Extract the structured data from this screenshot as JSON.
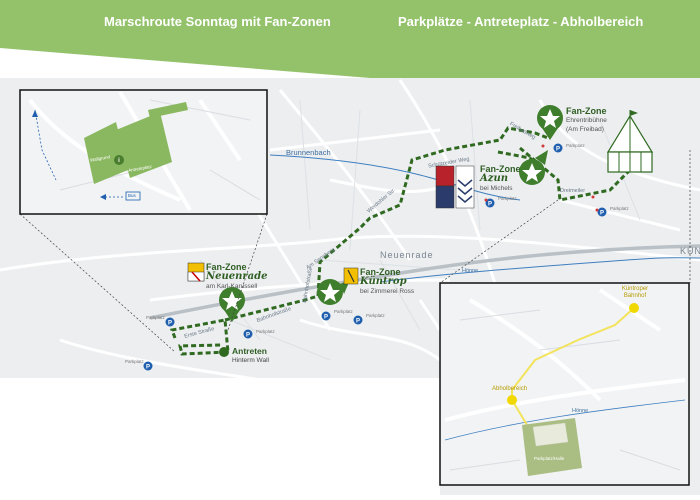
{
  "header": {
    "title_left": "Marschroute Sonntag mit Fan-Zonen",
    "title_right": "Parkplätze - Antreteplatz - Abholbereich"
  },
  "colors": {
    "banner_green": "#94c26b",
    "route_green": "#2f6a20",
    "marker_green": "#3e7e2c",
    "parking_blue": "#1f5fae",
    "river_blue": "#3f7fc0",
    "yellow_route": "#f3e35a",
    "yellow_dot": "#f0d800"
  },
  "places": {
    "town": "Neuenrade",
    "town_right": "KÜN",
    "river": "Brunnenbach",
    "river2": "Hönne"
  },
  "roads": {
    "schuetzen": "Schützeider Weg",
    "freibad": "Freibadweg",
    "werdohler": "Werdohler Str.",
    "am_sennberg": "Am Sennberg",
    "bahnhof1": "Bahnhofstraße",
    "bahnhof2": "Bahnhofstraße",
    "erste": "Erste Straße",
    "dreiman": "Dreimeiler"
  },
  "fan_zones": [
    {
      "title": "Fan-Zone",
      "name": "Ehrentribühne",
      "sub": "(Am Freibad)"
    },
    {
      "title": "Fan-Zone",
      "name": "Azun",
      "sub": "bei Michels"
    },
    {
      "title": "Fan-Zone",
      "name": "Neuenrade",
      "sub": "am Karl-Karussell"
    },
    {
      "title": "Fan-Zone",
      "name": "Küntrop",
      "sub": "bei Zimmerei Ross"
    }
  ],
  "antreten": {
    "title": "Antreten",
    "sub": "Hinterm Wall"
  },
  "parking_labels": [
    "Parkplatz",
    "Parkplatz",
    "Parkplatz",
    "Parkplatz",
    "Parkplatz",
    "Parkplatz",
    "Parkplatz",
    "Parkplatz"
  ],
  "inset_left": {
    "label1": "Antreteplatz",
    "label2": "Wallgrund",
    "bus": "Bus"
  },
  "inset_right": {
    "station": "Küntroper Bahnhof",
    "pickup": "Abholbereich",
    "field": "Parkplatz/Halle",
    "road": "Hönne"
  }
}
